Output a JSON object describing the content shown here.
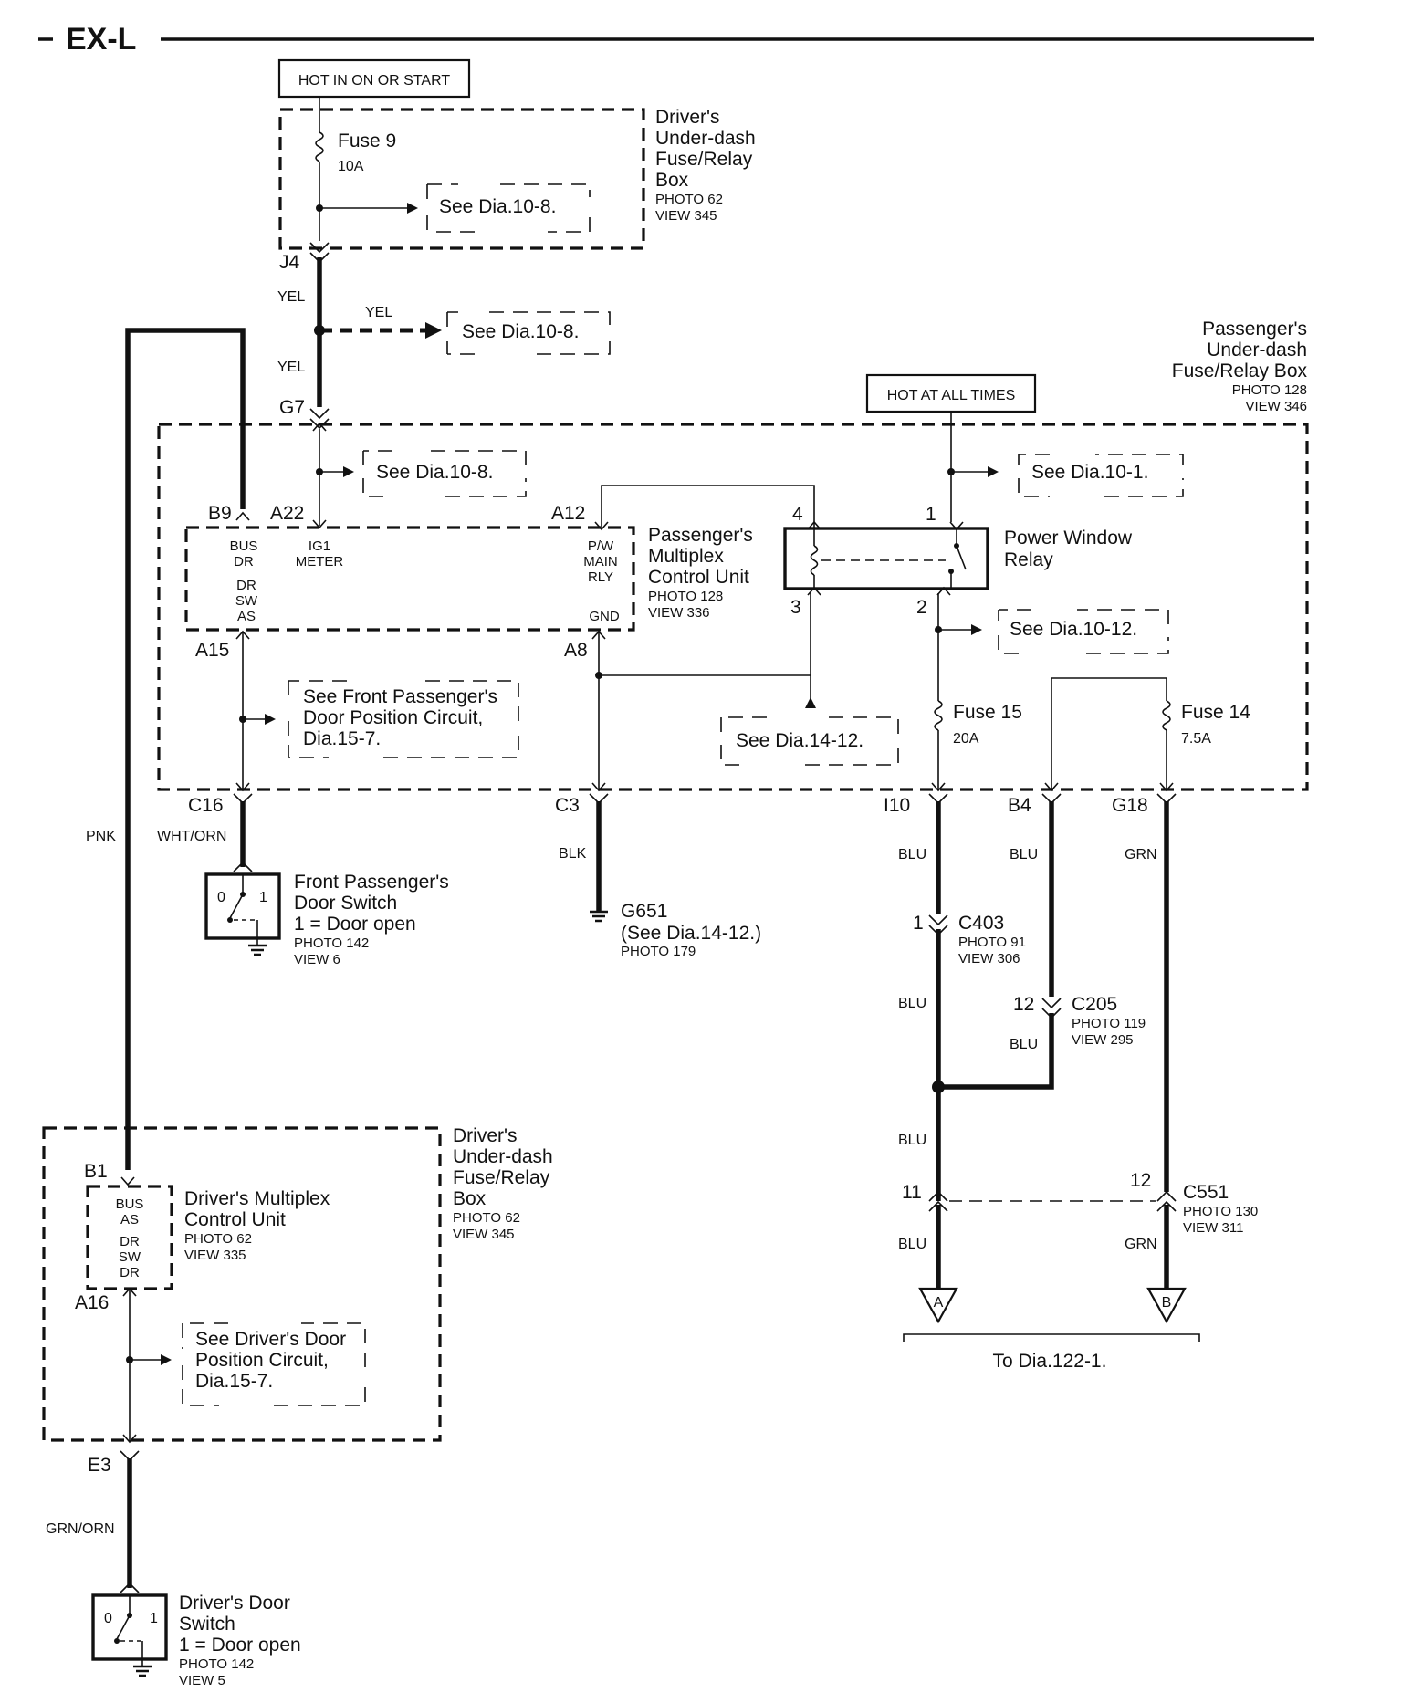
{
  "header": {
    "title": "EX-L"
  },
  "driver_fuse_box_top": {
    "label": [
      "Driver's",
      "Under-dash",
      "Fuse/Relay",
      "Box"
    ],
    "photo": "PHOTO 62",
    "view": "VIEW 345",
    "power_label": "HOT IN ON OR START",
    "fuse_name": "Fuse 9",
    "fuse_rating": "10A",
    "ref": "See Dia.10-8."
  },
  "connectors": {
    "j4": "J4",
    "g7": "G7",
    "b9": "B9",
    "a22": "A22",
    "a12": "A12",
    "a15": "A15",
    "a8": "A8",
    "c16": "C16",
    "c3": "C3",
    "i10": "I10",
    "b4": "B4",
    "g18": "G18",
    "b1": "B1",
    "a16": "A16",
    "e3": "E3"
  },
  "wires": {
    "yel_1": "YEL",
    "yel_2": "YEL",
    "yel_3": "YEL",
    "pnk": "PNK",
    "wht_orn": "WHT/ORN",
    "blk": "BLK",
    "blu_1": "BLU",
    "blu_2": "BLU",
    "blu_3": "BLU",
    "blu_4": "BLU",
    "blu_5": "BLU",
    "blu_6": "BLU",
    "grn_1": "GRN",
    "grn_2": "GRN",
    "grn_orn": "GRN/ORN"
  },
  "refs": {
    "yel_branch": "See Dia.10-8.",
    "g7_branch": "See Dia.10-8.",
    "hot_branch": "See Dia.10-1.",
    "relay_branch": "See Dia.10-12.",
    "gnd_branch": "See Dia.14-12.",
    "front_door": [
      "See Front Passenger's",
      "Door Position Circuit,",
      "Dia.15-7."
    ],
    "driver_door": [
      "See Driver's Door",
      "Position Circuit,",
      "Dia.15-7."
    ]
  },
  "passenger_box": {
    "label": [
      "Passenger's",
      "Under-dash",
      "Fuse/Relay Box"
    ],
    "photo": "PHOTO 128",
    "view": "VIEW 346",
    "power_label": "HOT AT ALL TIMES"
  },
  "passenger_mcu": {
    "label": [
      "Passenger's",
      "Multiplex",
      "Control Unit"
    ],
    "photo": "PHOTO 128",
    "view": "VIEW 336",
    "pin_bus": [
      "BUS",
      "DR"
    ],
    "pin_ig1": [
      "IG1",
      "METER"
    ],
    "pin_pw": [
      "P/W",
      "MAIN",
      "RLY"
    ],
    "pin_drsw": [
      "DR",
      "SW",
      "AS"
    ],
    "pin_gnd": "GND"
  },
  "power_window_relay": {
    "label": [
      "Power Window",
      "Relay"
    ],
    "pin4": "4",
    "pin1": "1",
    "pin3": "3",
    "pin2": "2"
  },
  "fuse15": {
    "name": "Fuse 15",
    "rating": "20A"
  },
  "fuse14": {
    "name": "Fuse 14",
    "rating": "7.5A"
  },
  "front_door_switch": {
    "label": [
      "Front Passenger's",
      "Door Switch",
      "1 =  Door open"
    ],
    "photo": "PHOTO 142",
    "view": "VIEW 6",
    "pos0": "0",
    "pos1": "1"
  },
  "ground_g651": {
    "name": "G651",
    "ref": "(See Dia.14-12.)",
    "photo": "PHOTO 179"
  },
  "c403": {
    "name": "C403",
    "pin": "1",
    "photo": "PHOTO 91",
    "view": "VIEW 306"
  },
  "c205": {
    "name": "C205",
    "pin": "12",
    "photo": "PHOTO 119",
    "view": "VIEW 295"
  },
  "c551": {
    "name": "C551",
    "pin_a": "11",
    "pin_b": "12",
    "photo": "PHOTO 130",
    "view": "VIEW 311"
  },
  "outputs": {
    "a": "A",
    "b": "B",
    "to": "To Dia.122-1."
  },
  "driver_fuse_box_bottom": {
    "label": [
      "Driver's",
      "Under-dash",
      "Fuse/Relay",
      "Box"
    ],
    "photo": "PHOTO 62",
    "view": "VIEW 345"
  },
  "driver_mcu": {
    "label": [
      "Driver's Multiplex",
      "Control Unit"
    ],
    "photo": "PHOTO 62",
    "view": "VIEW 335",
    "pin_bus": [
      "BUS",
      "AS"
    ],
    "pin_drsw": [
      "DR",
      "SW",
      "DR"
    ]
  },
  "driver_door_switch": {
    "label": [
      "Driver's Door",
      "Switch",
      "1 =  Door open"
    ],
    "photo": "PHOTO 142",
    "view": "VIEW 5",
    "pos0": "0",
    "pos1": "1"
  }
}
